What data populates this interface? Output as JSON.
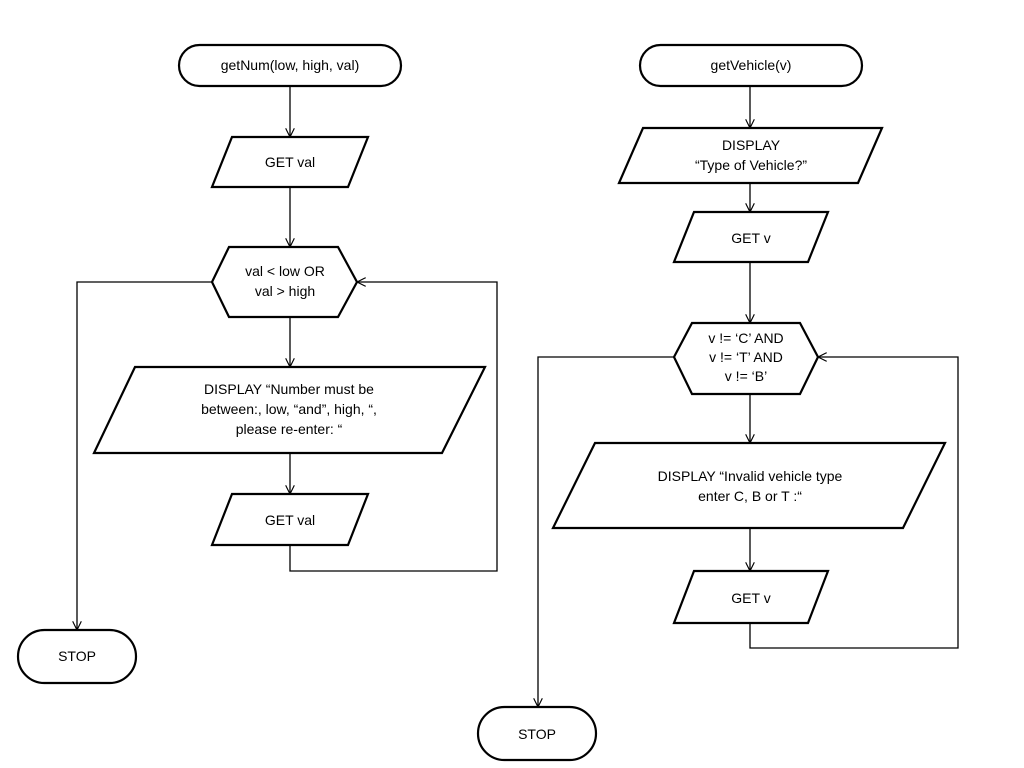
{
  "colors": {
    "stroke": "#000000",
    "fill": "#ffffff",
    "background": "#ffffff"
  },
  "flowcharts": [
    {
      "name": "getNum",
      "start": "getNum(low, high, val)",
      "input_1": "GET val",
      "condition": [
        "val < low OR",
        "val > high"
      ],
      "display": [
        "DISPLAY “Number must be",
        "between:, low,  “and”, high, “,",
        "please re-enter: “"
      ],
      "input_2": "GET val",
      "stop": "STOP"
    },
    {
      "name": "getVehicle",
      "start": "getVehicle(v)",
      "prompt": [
        "DISPLAY",
        "“Type of Vehicle?”"
      ],
      "input_1": "GET v",
      "condition": [
        "v != ‘C’ AND",
        "v != ‘T’ AND",
        "v != ‘B’"
      ],
      "display": [
        "DISPLAY “Invalid vehicle type",
        "enter C, B or T :“"
      ],
      "input_2": "GET v",
      "stop": "STOP"
    }
  ]
}
